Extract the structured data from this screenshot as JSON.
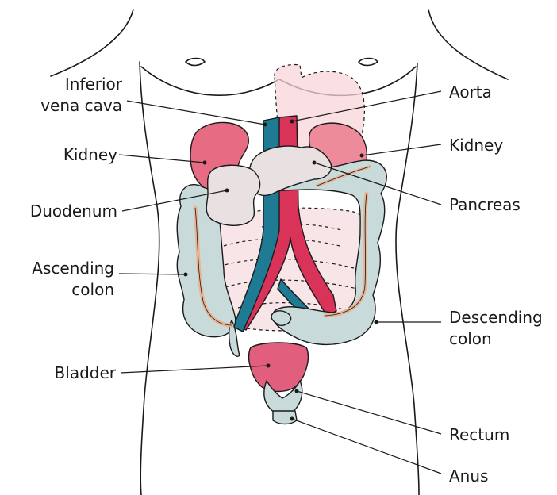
{
  "labels": {
    "inferior_vena_cava_1": "Inferior",
    "inferior_vena_cava_2": "vena cava",
    "aorta": "Aorta",
    "kidney_left": "Kidney",
    "kidney_right": "Kidney",
    "duodenum": "Duodenum",
    "pancreas": "Pancreas",
    "ascending_colon_1": "Ascending",
    "ascending_colon_2": "colon",
    "descending_colon_1": "Descending",
    "descending_colon_2": "colon",
    "bladder": "Bladder",
    "rectum": "Rectum",
    "anus": "Anus"
  },
  "colors": {
    "kidney": "#e86b84",
    "bladder": "#e15f7c",
    "aorta": "#d9335a",
    "vena_cava": "#1f7a93",
    "colon": "#c9dadb",
    "pancreas": "#e9e1e1",
    "stomach": "#f8d6da",
    "intestine_shading": "#f6dfe2",
    "vessels_on_colon": "#f1c8a8"
  }
}
